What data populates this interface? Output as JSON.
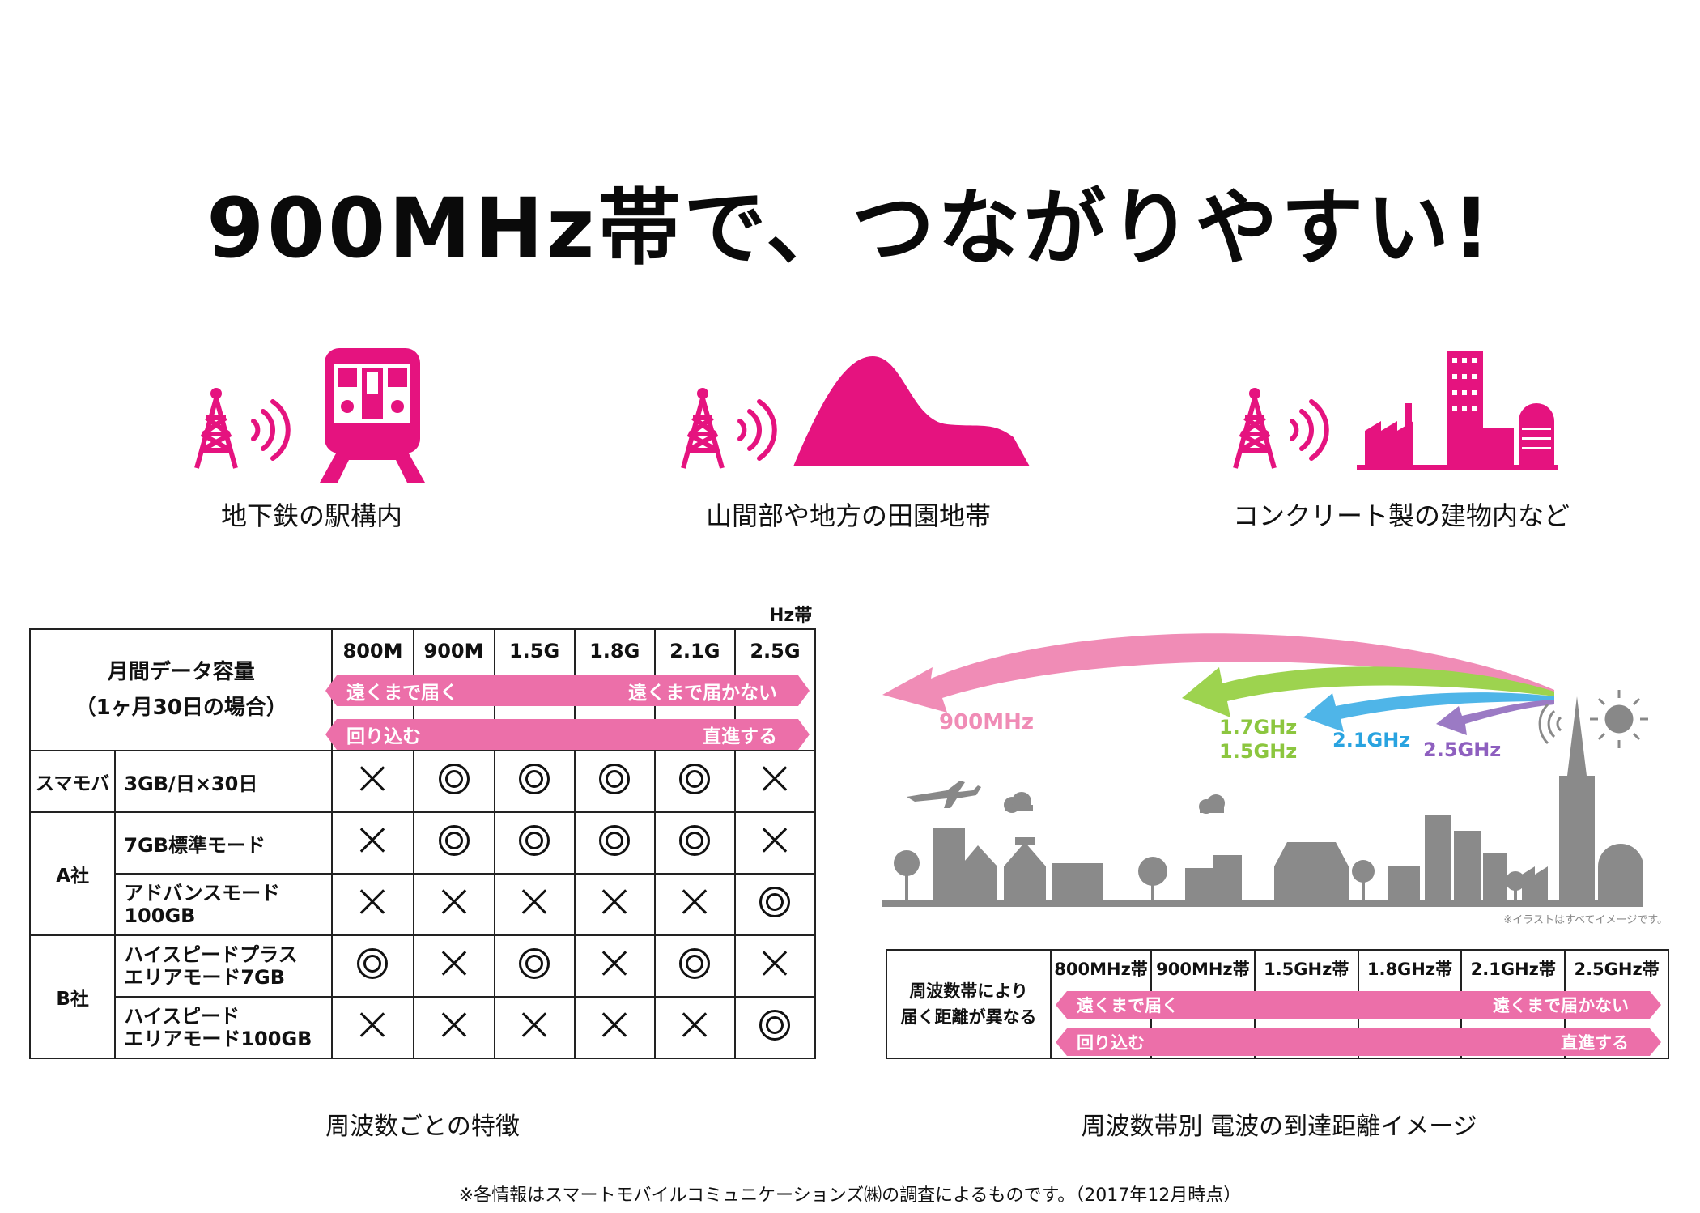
{
  "title": "900MHz帯で、つながりやすい!",
  "scenes": [
    {
      "label": "地下鉄の駅構内",
      "icon": "train-icon"
    },
    {
      "label": "山間部や地方の田園地帯",
      "icon": "mountain-icon"
    },
    {
      "label": "コンクリート製の建物内など",
      "icon": "buildings-icon"
    }
  ],
  "left_table": {
    "unit_label": "Hz帯",
    "header_label": "月間データ容量\n（1ヶ月30日の場合）",
    "bands": [
      "800M",
      "900M",
      "1.5G",
      "1.8G",
      "2.1G",
      "2.5G"
    ],
    "arrow1_left": "遠くまで届く",
    "arrow1_right": "遠くまで届かない",
    "arrow2_left": "回り込む",
    "arrow2_right": "直進する",
    "rows": [
      {
        "group": "スマモバ",
        "plan": "3GB/日×30日",
        "marks": [
          "x",
          "o",
          "o",
          "o",
          "o",
          "x"
        ]
      },
      {
        "group": "A社",
        "plan": "7GB標準モード",
        "marks": [
          "x",
          "o",
          "o",
          "o",
          "o",
          "x"
        ]
      },
      {
        "group": "",
        "plan": "アドバンスモード\n100GB",
        "marks": [
          "x",
          "x",
          "x",
          "x",
          "x",
          "o"
        ]
      },
      {
        "group": "B社",
        "plan": "ハイスピードプラス\nエリアモード7GB",
        "marks": [
          "o",
          "x",
          "o",
          "x",
          "o",
          "x"
        ]
      },
      {
        "group": "",
        "plan": "ハイスピード\nエリアモード100GB",
        "marks": [
          "x",
          "x",
          "x",
          "x",
          "x",
          "o"
        ]
      }
    ],
    "caption": "周波数ごとの特徴"
  },
  "illustration": {
    "labels": {
      "f900": "900MHz",
      "f17": "1.7GHz",
      "f15": "1.5GHz",
      "f21": "2.1GHz",
      "f25": "2.5GHz"
    },
    "colors": {
      "f900": "#f08cb6",
      "f17": "#9dd34f",
      "f21": "#4fb5e8",
      "f25": "#9b7ac4",
      "city": "#8a8a8a"
    },
    "note": "※イラストはすべてイメージです。"
  },
  "right_table": {
    "header_label": "周波数帯により\n届く距離が異なる",
    "bands": [
      "800MHz帯",
      "900MHz帯",
      "1.5GHz帯",
      "1.8GHz帯",
      "2.1GHz帯",
      "2.5GHz帯"
    ],
    "arrow1_left": "遠くまで届く",
    "arrow1_right": "遠くまで届かない",
    "arrow2_left": "回り込む",
    "arrow2_right": "直進する",
    "caption": "周波数帯別 電波の到達距離イメージ"
  },
  "footnote": "※各情報はスマートモバイルコミュニケーションズ㈱の調査によるものです。（2017年12月時点）"
}
